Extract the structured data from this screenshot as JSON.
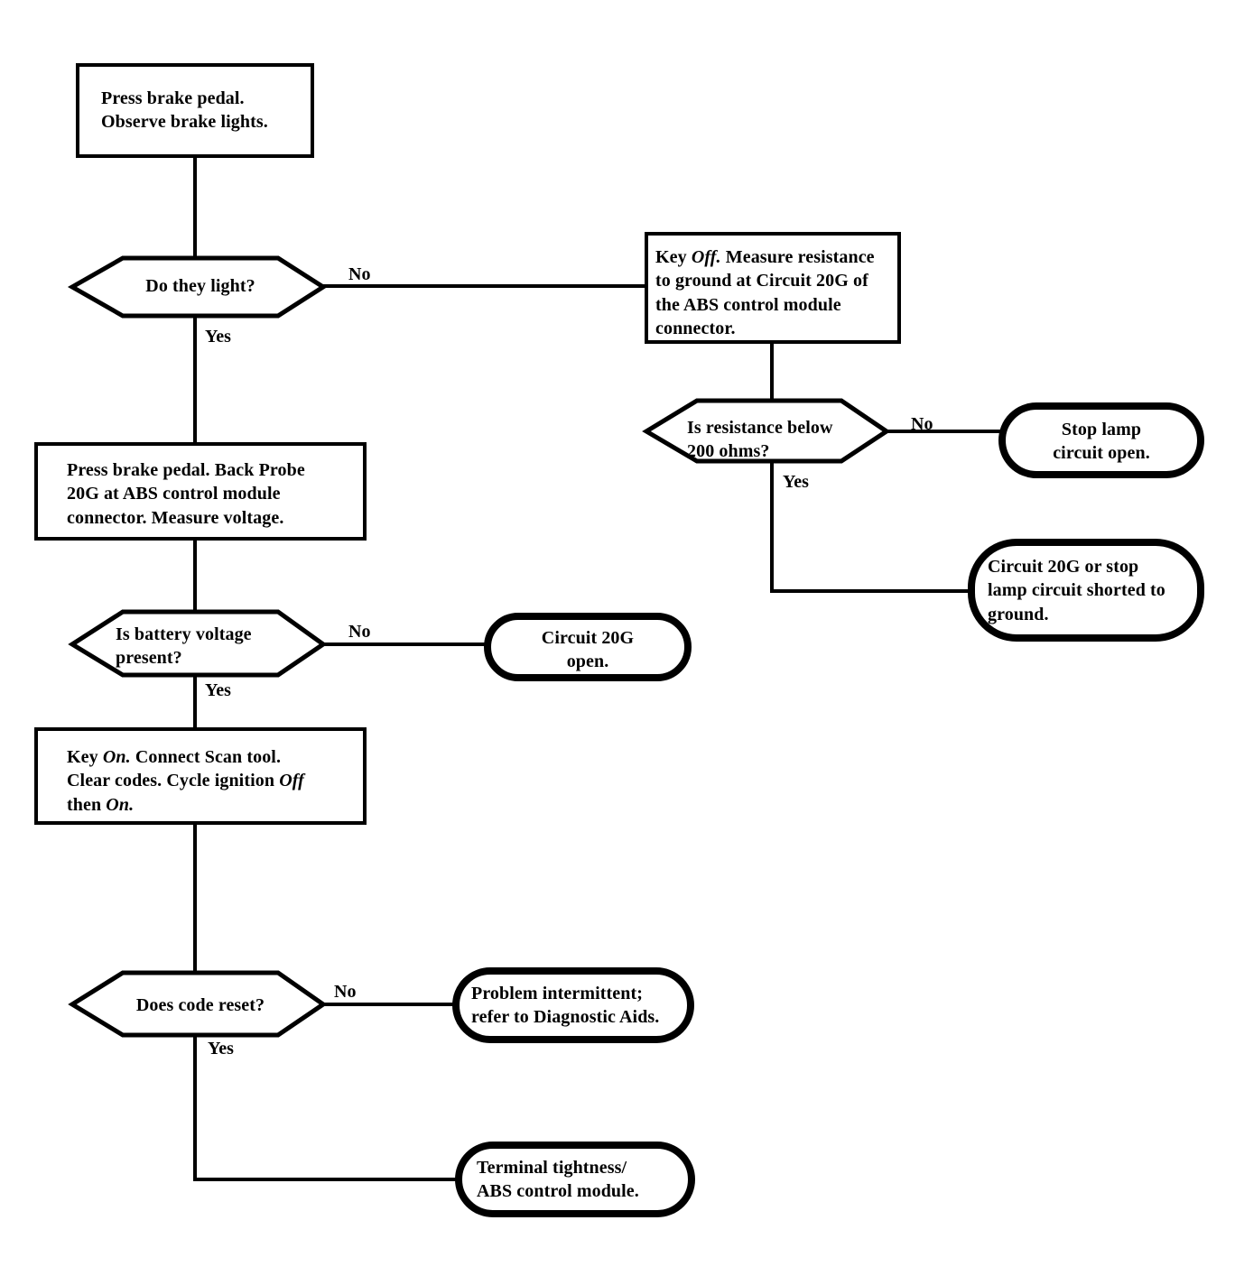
{
  "diagram": {
    "title": "Stop lamp / Circuit 20G ABS diagnostic flowchart",
    "colors": {
      "stroke": "#000000",
      "fill": "#ffffff",
      "text": "#000000"
    },
    "nodes": [
      {
        "id": "start-press-brake",
        "shape": "process",
        "text": "Press brake pedal.\nObserve brake lights."
      },
      {
        "id": "decision-do-they-light",
        "shape": "decision",
        "text": "Do they light?"
      },
      {
        "id": "process-key-off-measure",
        "shape": "process",
        "text": "Key Off. Measure resistance\nto ground at Circuit 20G of\nthe ABS control module\nconnector.",
        "italic_words": [
          "Off"
        ]
      },
      {
        "id": "decision-resistance-below-200",
        "shape": "decision",
        "text": "Is resistance below\n200 ohms?"
      },
      {
        "id": "terminal-stop-lamp-open",
        "shape": "terminator",
        "text": "Stop lamp\ncircuit open."
      },
      {
        "id": "terminal-shorted-to-ground",
        "shape": "terminator",
        "text": "Circuit 20G or stop\nlamp circuit shorted to\nground."
      },
      {
        "id": "process-back-probe-20g",
        "shape": "process",
        "text": "Press brake pedal. Back Probe\n20G at ABS control module\nconnector. Measure voltage."
      },
      {
        "id": "decision-battery-voltage",
        "shape": "decision",
        "text": "Is battery voltage\npresent?"
      },
      {
        "id": "terminal-circuit-20g-open",
        "shape": "terminator",
        "text": "Circuit 20G\nopen."
      },
      {
        "id": "process-key-on-scan-tool",
        "shape": "process",
        "text": "Key On. Connect Scan tool.\nClear codes. Cycle ignition Off\nthen On.",
        "italic_words": [
          "On",
          "Off",
          "On"
        ]
      },
      {
        "id": "decision-does-code-reset",
        "shape": "decision",
        "text": "Does code reset?"
      },
      {
        "id": "terminal-problem-intermittent",
        "shape": "terminator",
        "text": "Problem intermittent;\nrefer to Diagnostic Aids."
      },
      {
        "id": "terminal-terminal-tightness",
        "shape": "terminator",
        "text": "Terminal tightness/\nABS control module."
      }
    ],
    "branch_labels": {
      "do_they_light_no": "No",
      "do_they_light_yes": "Yes",
      "resistance_no": "No",
      "resistance_yes": "Yes",
      "battery_voltage_no": "No",
      "battery_voltage_yes": "Yes",
      "code_reset_no": "No",
      "code_reset_yes": "Yes"
    }
  }
}
